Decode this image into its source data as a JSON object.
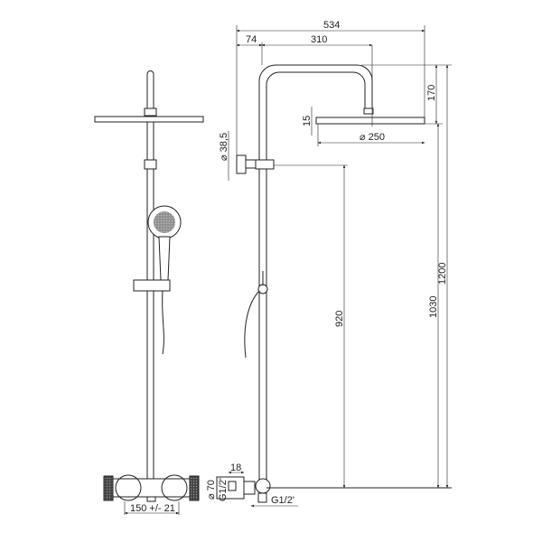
{
  "drawing": {
    "dimensions": {
      "overall_width": "534",
      "wall_offset": "74",
      "arm_reach": "310",
      "arm_drop": "170",
      "head_thickness": "15",
      "head_diameter": "⌀ 250",
      "bracket_diameter": "⌀ 38,5",
      "bracket_height": "920",
      "head_height": "1030",
      "total_height": "1200",
      "mixer_depth": "18",
      "mixer_diameter": "⌀ 70",
      "inlet_thread": "G1/2'",
      "outlet_thread": "G1/2'",
      "inlet_spacing": "150 +/- 21"
    }
  }
}
